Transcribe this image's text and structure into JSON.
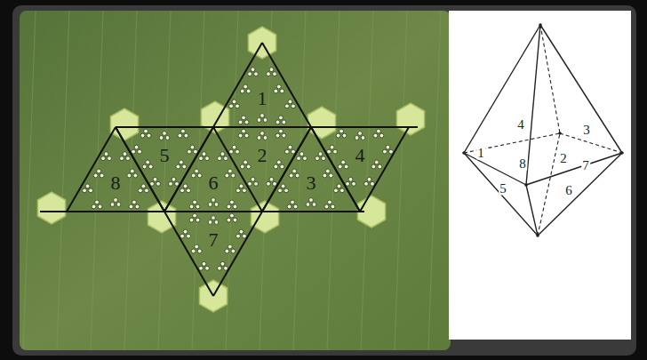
{
  "diagram": {
    "labels": [
      "1",
      "5",
      "2",
      "4",
      "8",
      "6",
      "3",
      "7",
      "4",
      "3",
      "1",
      "8",
      "2",
      "7",
      "5",
      "6"
    ]
  }
}
